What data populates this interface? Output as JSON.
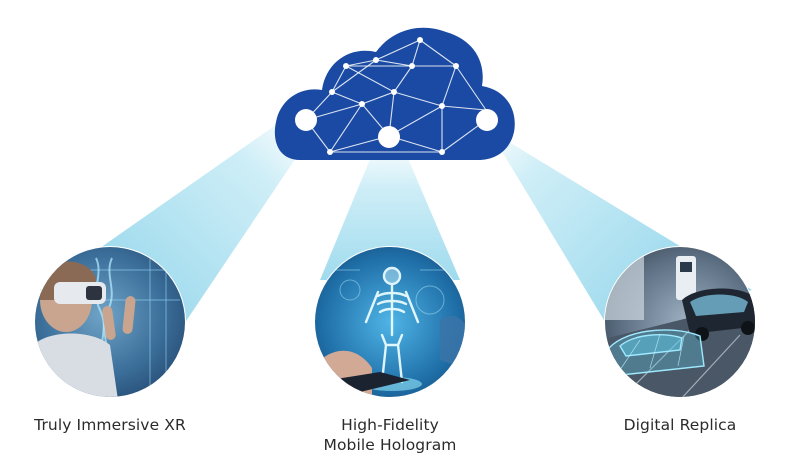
{
  "cloud": {
    "icon": "cloud-network-icon",
    "color": "#1a4aa3"
  },
  "beam_color": "#aeddee",
  "items": [
    {
      "image_subject": "person wearing VR headset",
      "caption_lines": [
        "Truly Immersive XR"
      ]
    },
    {
      "image_subject": "medical hologram of human skeleton",
      "caption_lines": [
        "High-Fidelity",
        "Mobile Hologram"
      ]
    },
    {
      "image_subject": "car with digital twin wireframe",
      "caption_lines": [
        "Digital Replica"
      ]
    }
  ]
}
